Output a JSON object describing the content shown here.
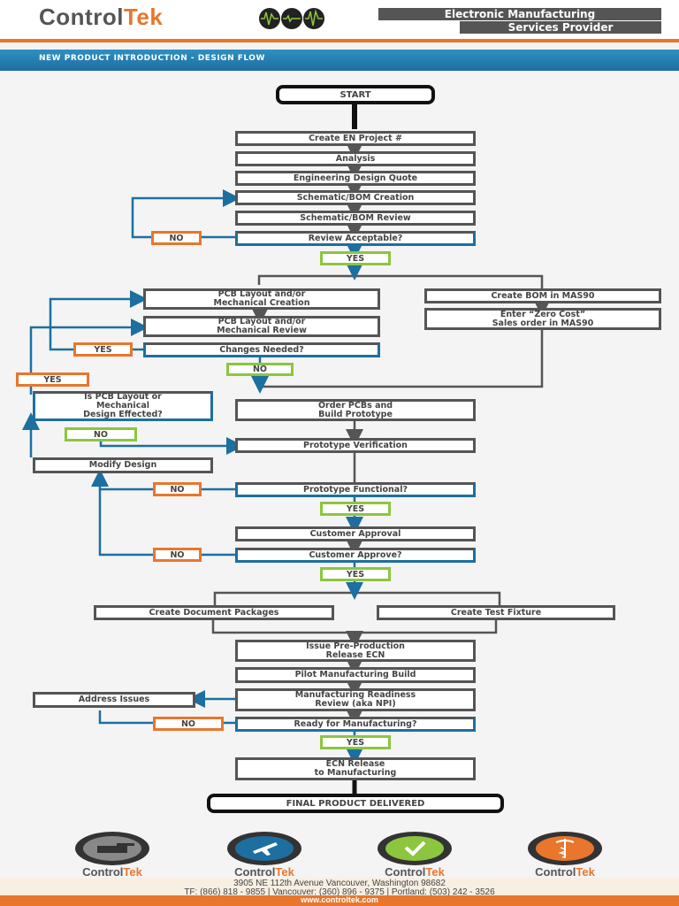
{
  "header": {
    "logo_main": "Control",
    "logo_accent": "Tek",
    "tagline_1": "Electronic Manufacturing",
    "tagline_2": "Services Provider",
    "banner_title": "NEW PRODUCT INTRODUCTION - DESIGN FLOW"
  },
  "flow": {
    "start": "START",
    "create_en": "Create EN Project #",
    "analysis": "Analysis",
    "eng_quote": "Engineering Design Quote",
    "schem_create": "Schematic/BOM Creation",
    "schem_review": "Schematic/BOM Review",
    "review_ok": "Review Acceptable?",
    "no1": "NO",
    "yes1": "YES",
    "pcb_create": "PCB Layout and/or\nMechanical Creation",
    "pcb_review": "PCB Layout and/or\nMechanical Review",
    "changes": "Changes Needed?",
    "yes_changes": "YES",
    "no_changes": "NO",
    "bom_mas": "Create BOM in MAS90",
    "zero_cost": "Enter “Zero Cost”\nSales order in MAS90",
    "yes_left": "YES",
    "is_pcb": "Is PCB Layout or\nMechanical\nDesign Effected?",
    "no_pcb": "NO",
    "modify": "Modify Design",
    "order_pcb": "Order PCBs and\nBuild Prototype",
    "proto_verif": "Prototype Verification",
    "proto_func": "Prototype Functional?",
    "no_func": "NO",
    "yes_func": "YES",
    "cust_approval": "Customer Approval",
    "cust_approve": "Customer Approve?",
    "no_cust": "NO",
    "yes_cust": "YES",
    "doc_pkg": "Create Document Packages",
    "test_fix": "Create Test Fixture",
    "issue_ecn": "Issue Pre-Production\nRelease ECN",
    "pilot": "Pilot Manufacturing Build",
    "mfg_ready": "Manufacturing Readiness\nReview (aka NPI)",
    "address": "Address Issues",
    "ready_mfg": "Ready for Manufacturing?",
    "no_ready": "NO",
    "yes_ready": "YES",
    "ecn_release": "ECN Release\nto Manufacturing",
    "final": "FINAL PRODUCT DELIVERED"
  },
  "certs": [
    {
      "logo_main": "Control",
      "logo_accent": "Tek"
    },
    {
      "logo_main": "Control",
      "logo_accent": "Tek"
    },
    {
      "logo_main": "Control",
      "logo_accent": "Tek"
    },
    {
      "logo_main": "Control",
      "logo_accent": "Tek"
    }
  ],
  "footer": {
    "address": "3905 NE 112th Avenue Vancouver, Washington 98682",
    "phones": "TF: (866) 818 - 9855 | Vancouver: (360) 896 - 9375 | Portland: (503) 242 - 3526",
    "url": "www.controltek.com"
  },
  "colors": {
    "accent": "#e8762d",
    "blue": "#1d6fa0",
    "green": "#8cc63f",
    "grey": "#555555"
  }
}
